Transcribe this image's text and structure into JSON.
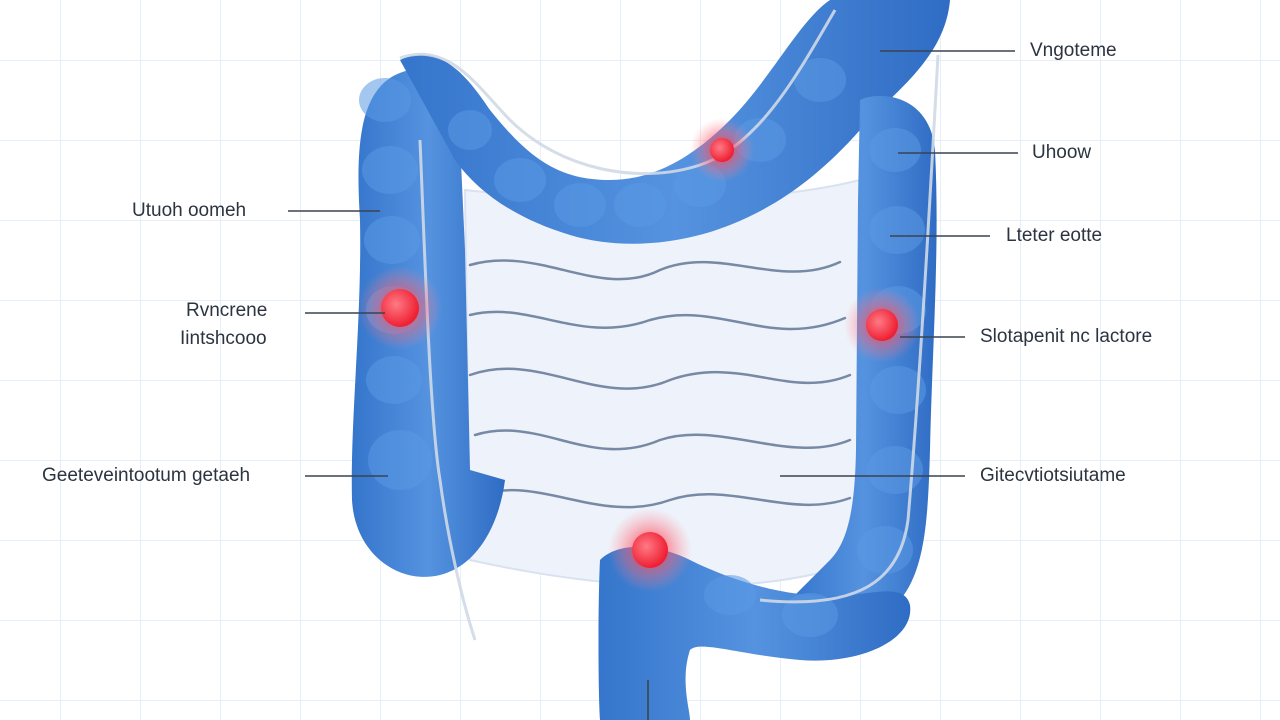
{
  "labels": {
    "left": [
      {
        "id": "left-1",
        "text": "Utuoh oomeh"
      },
      {
        "id": "left-2a",
        "text": "Rvncrene"
      },
      {
        "id": "left-2b",
        "text": "Iintshcooo"
      },
      {
        "id": "left-3",
        "text": "Geeteveintootum getaeh"
      }
    ],
    "right": [
      {
        "id": "right-1",
        "text": "Vngoteme"
      },
      {
        "id": "right-2",
        "text": "Uhoow"
      },
      {
        "id": "right-3",
        "text": "Lteter eotte"
      },
      {
        "id": "right-4",
        "text": "Slotapenit nc lactore"
      },
      {
        "id": "right-5",
        "text": "Gitecvtiotsiutame"
      }
    ]
  },
  "colors": {
    "colon": "#3f7fd0",
    "colon_dark": "#2a63b3",
    "colon_light": "#6aa3e6",
    "hotspot": "#ff3b4a",
    "small_intestine": "#eef2fa",
    "leader_line": "#3a4350"
  }
}
